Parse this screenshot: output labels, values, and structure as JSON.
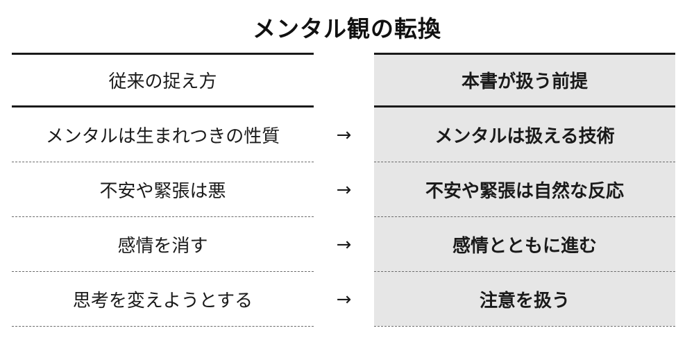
{
  "title": "メンタル観の転換",
  "left": {
    "header": "従来の捉え方",
    "rows": [
      "メンタルは生まれつきの性質",
      "不安や緊張は悪",
      "感情を消す",
      "思考を変えようとする"
    ]
  },
  "right": {
    "header": "本書が扱う前提",
    "rows": [
      "メンタルは扱える技術",
      "不安や緊張は自然な反応",
      "感情とともに進む",
      "注意を扱う"
    ]
  },
  "arrow_glyph": "→",
  "colors": {
    "right_column_background": "#e6e6e6",
    "rule": "#1a1a1a",
    "dashed_separator": "#6a6a6a"
  }
}
